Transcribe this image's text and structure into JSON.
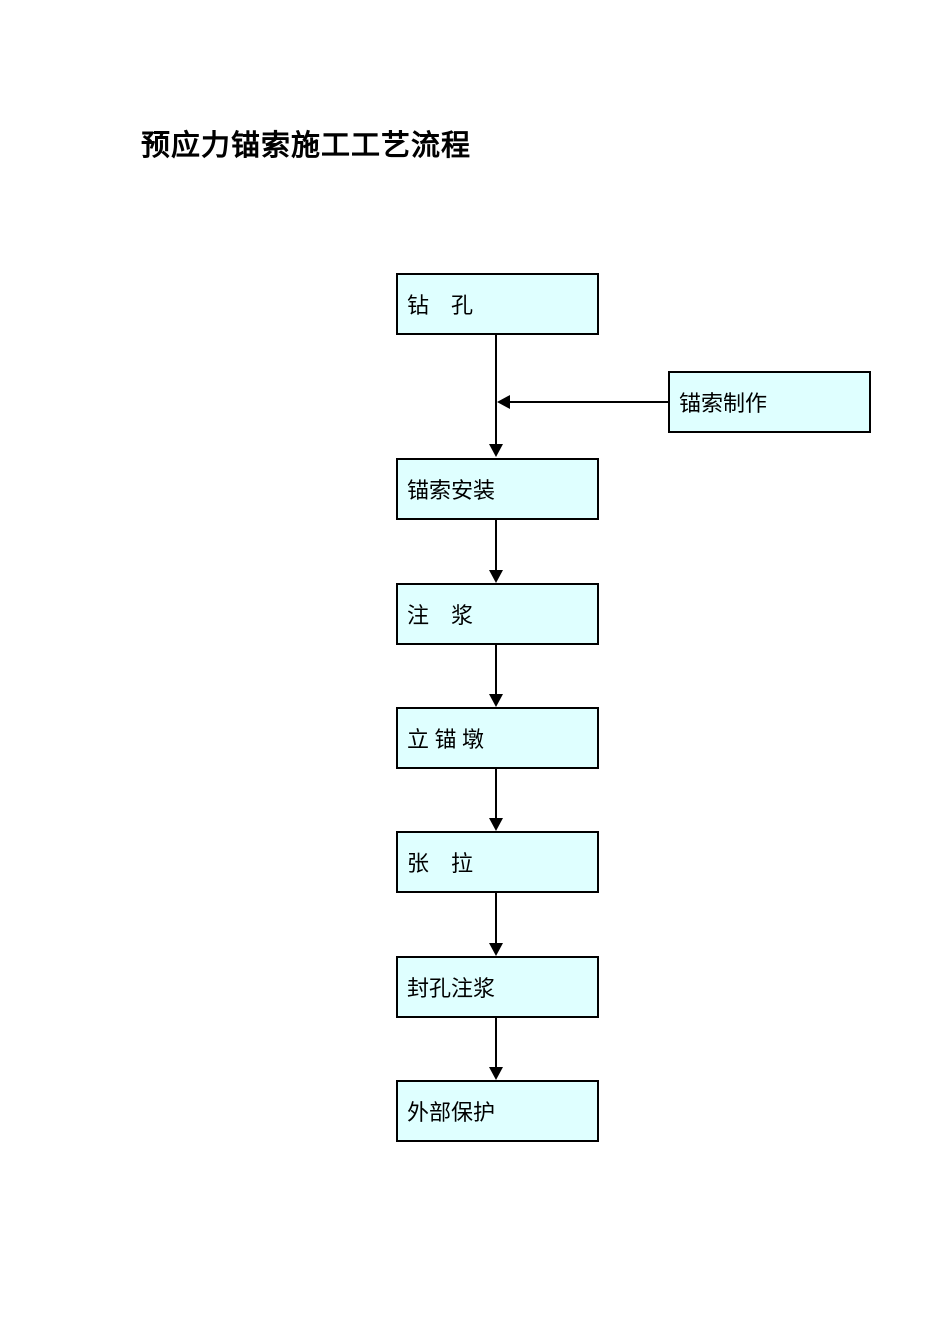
{
  "page": {
    "title": "预应力锚索施工工艺流程"
  },
  "flowchart": {
    "nodes": [
      {
        "id": "drilling",
        "label": "钻　孔"
      },
      {
        "id": "cable-installation",
        "label": "锚索安装"
      },
      {
        "id": "grouting",
        "label": "注　浆"
      },
      {
        "id": "anchor-pier-erection",
        "label": "立 锚 墩"
      },
      {
        "id": "tensioning",
        "label": "张　拉"
      },
      {
        "id": "hole-sealing-grouting",
        "label": "封孔注浆"
      },
      {
        "id": "external-protection",
        "label": "外部保护"
      }
    ],
    "side_node": {
      "id": "cable-fabrication",
      "label": "锚索制作"
    },
    "edges": [
      {
        "from": "drilling",
        "to": "cable-installation"
      },
      {
        "from": "cable-fabrication",
        "to": "cable-installation"
      },
      {
        "from": "cable-installation",
        "to": "grouting"
      },
      {
        "from": "grouting",
        "to": "anchor-pier-erection"
      },
      {
        "from": "anchor-pier-erection",
        "to": "tensioning"
      },
      {
        "from": "tensioning",
        "to": "hole-sealing-grouting"
      },
      {
        "from": "hole-sealing-grouting",
        "to": "external-protection"
      }
    ],
    "colors": {
      "node_fill": "#dfffff",
      "node_border": "#000000",
      "connector": "#000000"
    }
  }
}
